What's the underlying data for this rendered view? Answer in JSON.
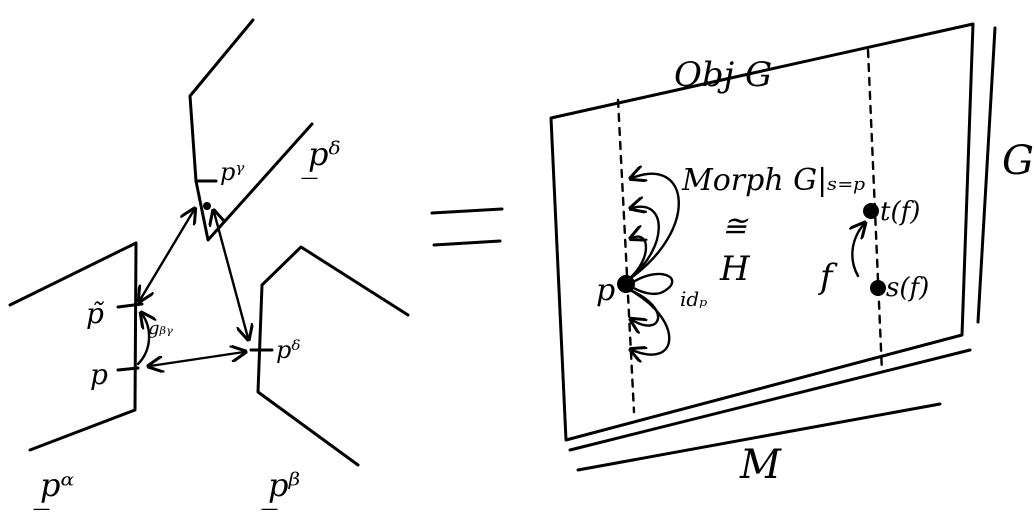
{
  "left_diagram": {
    "labels": {
      "p_tilde": "p̃",
      "p": "p",
      "p_gamma": "pᵞ",
      "p_delta": "pᵟ",
      "gamma_transition": "gᵦᵧ",
      "chart_delta": "p̲ᵟ",
      "chart_alpha": "p̲ᵅ",
      "chart_beta": "p̲ᵝ"
    }
  },
  "equals_sign": "=",
  "right_diagram": {
    "top_label": "Obj G",
    "bottom_label": "M",
    "right_label": "G",
    "morph_label": "Morph G|ₛ₌ₚ",
    "iso_symbol": "≅",
    "group_label": "H",
    "point_p": "p",
    "id_label": "idₚ",
    "t_label": "t(f)",
    "s_label": "s(f)",
    "f_label": "f"
  }
}
